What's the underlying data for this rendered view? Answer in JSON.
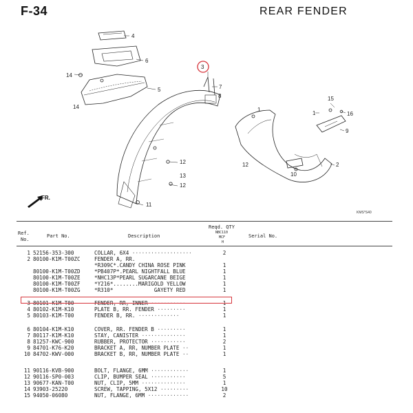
{
  "header": {
    "code": "F-34",
    "title": "REAR FENDER"
  },
  "diagram": {
    "callouts": [
      "4",
      "6",
      "14",
      "5",
      "3",
      "7",
      "8",
      "15",
      "1",
      "16",
      "9",
      "2",
      "12",
      "13",
      "12",
      "10",
      "12",
      "11",
      "1",
      "14"
    ],
    "highlighted_callout": "3",
    "direction_label": "FR.",
    "code": "KMS*S40"
  },
  "table": {
    "headers": {
      "ref": "Ref.",
      "no": "No.",
      "part": "Part No.",
      "desc": "Description",
      "qty": "Reqd. QTY",
      "model1": "NBC110",
      "model2": "MCF",
      "model3": "H",
      "serial": "Serial No."
    },
    "rows": [
      {
        "ref": "1",
        "part": "52156-353-300",
        "desc": "COLLAR, 6X4",
        "dots": " ···················",
        "qty": "2"
      },
      {
        "ref": "2",
        "part": "80100-K1M-T00ZC",
        "desc": "FENDER A, RR.",
        "dots": "",
        "qty": ""
      },
      {
        "ref": "",
        "part": "",
        "desc": "*R309C*.CANDY CHINA ROSE PINK",
        "dots": "",
        "qty": "1"
      },
      {
        "ref": "",
        "part": "80100-K1M-T00ZD",
        "desc": "*PB407P*.PEARL NIGHTFALL BLUE",
        "dots": "",
        "qty": "1"
      },
      {
        "ref": "",
        "part": "80100-K1M-T00ZE",
        "desc": "*NHC13P*PEARL SUGARCANE BEIGE",
        "dots": "",
        "qty": "1"
      },
      {
        "ref": "",
        "part": "80100-K1M-T00ZF",
        "desc": "*Y216*........MARIGOLD YELLOW",
        "dots": "",
        "qty": "1"
      },
      {
        "ref": "",
        "part": "80100-K1M-T00ZG",
        "desc": "*R310*             GAYETY RED",
        "dots": "",
        "qty": "1"
      },
      {
        "ref": "3",
        "part": "80101-K1M-T00",
        "desc": "FENDER, RR, INNER",
        "dots": " ···········",
        "qty": "1"
      },
      {
        "ref": "4",
        "part": "80102-K1M-K10",
        "desc": "PLATE B, RR. FENDER",
        "dots": " ·········",
        "qty": "1"
      },
      {
        "ref": "5",
        "part": "80103-K1M-T00",
        "desc": "FENDER B, RR.",
        "dots": " ·············",
        "qty": "1"
      },
      {
        "ref": "6",
        "part": "80104-K1M-K10",
        "desc": "COVER, RR. FENDER B",
        "dots": " ·········",
        "qty": "1"
      },
      {
        "ref": "7",
        "part": "80117-K1M-K10",
        "desc": "STAY, CANISTER",
        "dots": " ··············",
        "qty": "1"
      },
      {
        "ref": "8",
        "part": "81257-KWC-900",
        "desc": "RUBBER, PROTECTOR",
        "dots": " ···········",
        "qty": "2"
      },
      {
        "ref": "9",
        "part": "84701-K76-K20",
        "desc": "BRACKET A, RR, NUMBER PLATE",
        "dots": " ··",
        "qty": "1"
      },
      {
        "ref": "10",
        "part": "84702-KWV-000",
        "desc": "BRACKET B, RR, NUMBER PLATE",
        "dots": " ··",
        "qty": "1"
      },
      {
        "ref": "11",
        "part": "90116-KVB-900",
        "desc": "BOLT, FLANGE, 6MM",
        "dots": " ············",
        "qty": "1"
      },
      {
        "ref": "12",
        "part": "90116-SP0-003",
        "desc": "CLIP, BUMPER SEAL",
        "dots": " ···········",
        "qty": "5"
      },
      {
        "ref": "13",
        "part": "90677-KAN-T00",
        "desc": "NUT, CLIP, 5MM",
        "dots": " ··············",
        "qty": "1"
      },
      {
        "ref": "14",
        "part": "93903-25220",
        "desc": "SCREW, TAPPING, 5X12",
        "dots": " ·········",
        "qty": "10"
      },
      {
        "ref": "15",
        "part": "94050-06080",
        "desc": "NUT, FLANGE, 6MM",
        "dots": " ·············",
        "qty": "2"
      }
    ]
  },
  "colors": {
    "highlight": "#d6333a",
    "ink": "#222222"
  }
}
